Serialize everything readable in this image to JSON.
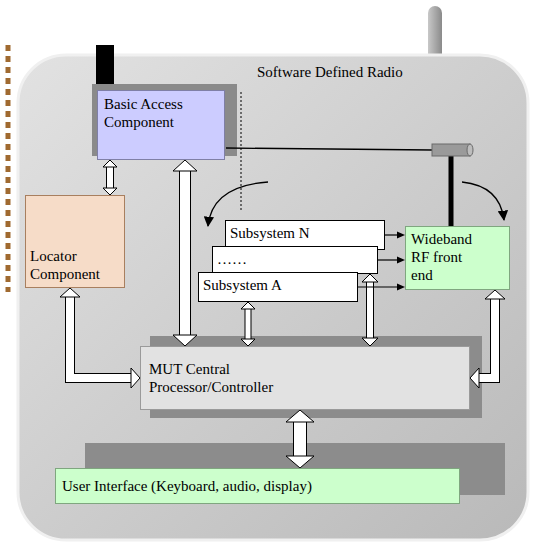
{
  "diagram": {
    "nodes": [
      {
        "text": [
          "Basic Access Component"
        ]
      },
      {
        "text": [
          "Locator Component"
        ]
      },
      {
        "text": [
          "Subsystem N"
        ]
      },
      {
        "text": [
          "……"
        ]
      },
      {
        "text": [
          "Subsystem A"
        ]
      },
      {
        "text": [
          "Wideband RF front end"
        ]
      },
      {
        "text": [
          "MUT Central Processor/Controller"
        ]
      },
      {
        "text": [
          "User Interface (Keyboard, audio, display)"
        ]
      }
    ],
    "edges": [
      {
        "from": 0,
        "to": 1,
        "arrow": "both"
      },
      {
        "from": 0,
        "to": 6,
        "arrow": "both"
      },
      {
        "from": 1,
        "to": 6,
        "arrow": "both"
      },
      {
        "from": 3,
        "to": 6,
        "arrow": "both"
      },
      {
        "from": 4,
        "to": 6,
        "arrow": "both"
      },
      {
        "from": 5,
        "to": 6,
        "arrow": "both"
      },
      {
        "from": 6,
        "to": 7,
        "arrow": "both"
      },
      {
        "from": 2,
        "to": 5,
        "arrow": "to"
      },
      {
        "from": 3,
        "to": 5,
        "arrow": "to"
      },
      {
        "from": 4,
        "to": 5,
        "arrow": "to"
      }
    ],
    "labels": [
      "Software Defined Radio"
    ]
  }
}
